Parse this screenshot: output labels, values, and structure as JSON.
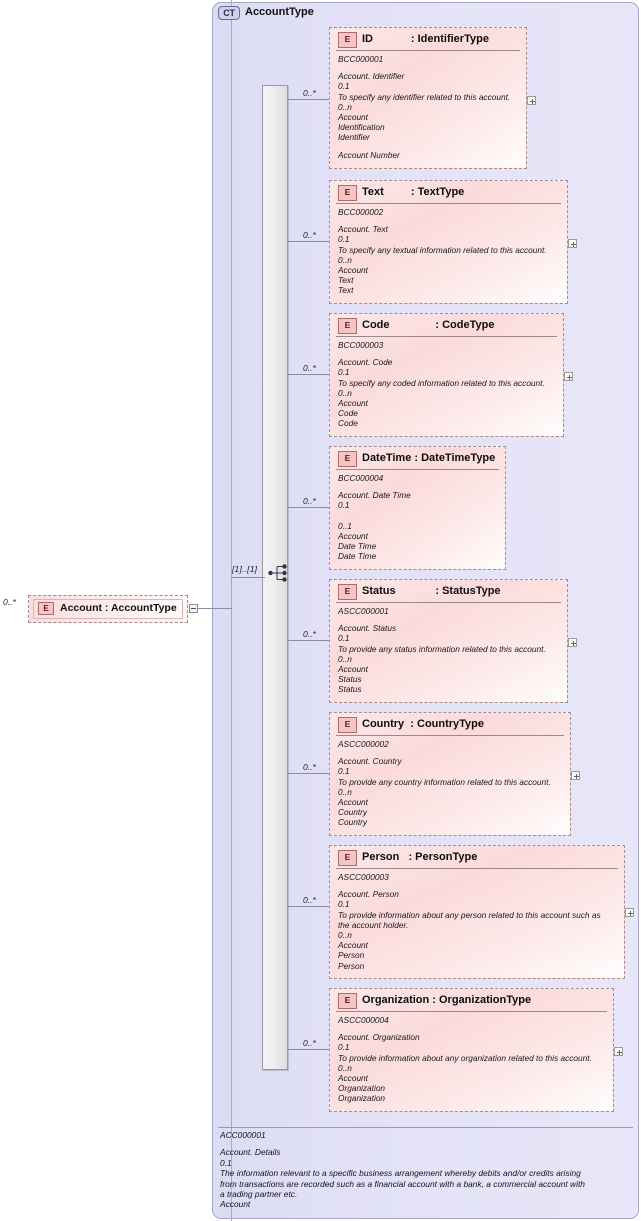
{
  "diagram": {
    "type": "xsd-schema-diagram",
    "complex_type": {
      "badge": "CT",
      "name": "AccountType",
      "icon": "complex-type-icon"
    },
    "compositor": {
      "kind": "sequence",
      "icon": "sequence-compositor-icon",
      "cardinality": "[1]..[1]"
    },
    "root_element": {
      "badge": "E",
      "label": "Account : AccountType",
      "cardinality": "0..*",
      "ref_toggle": "collapse-ref-icon"
    },
    "children": [
      {
        "badge": "E",
        "name": "ID",
        "type": ": IdentifierType",
        "title": "ID\t\t: IdentifierType",
        "cardinality": "0..*",
        "code": "BCC000001",
        "lines": [
          "Account. Identifier",
          "0.1",
          "To specify any identifier related to this account.",
          "0..n",
          "Account",
          "Identification",
          "Identifier",
          "",
          "Account Number"
        ],
        "expander": "+"
      },
      {
        "badge": "E",
        "name": "Text",
        "type": ": TextType",
        "title": "Text\t\t: TextType",
        "cardinality": "0..*",
        "code": "BCC000002",
        "lines": [
          "Account. Text",
          "0.1",
          "To specify any textual information related to this account.",
          "0..n",
          "Account",
          "Text",
          "Text"
        ],
        "expander": "+"
      },
      {
        "badge": "E",
        "name": "Code",
        "type": ": CodeType",
        "title": "Code\t\t: CodeType",
        "cardinality": "0..*",
        "code": "BCC000003",
        "lines": [
          "Account. Code",
          "0.1",
          "To specify any coded information related to this account.",
          "0..n",
          "Account",
          "Code",
          "Code"
        ],
        "expander": "+"
      },
      {
        "badge": "E",
        "name": "DateTime",
        "type": ": DateTimeType",
        "title": "DateTime : DateTimeType",
        "cardinality": "0..*",
        "code": "BCC000004",
        "lines": [
          "Account. Date Time",
          "0.1",
          "",
          "0..1",
          "Account",
          "Date Time",
          "Date Time"
        ],
        "expander": ""
      },
      {
        "badge": "E",
        "name": "Status",
        "type": ": StatusType",
        "title": "Status\t\t: StatusType",
        "cardinality": "0..*",
        "code": "ASCC000001",
        "lines": [
          "Account. Status",
          "0.1",
          "To provide any status information related to this account.",
          "0..n",
          "Account",
          "Status",
          "Status"
        ],
        "expander": "+"
      },
      {
        "badge": "E",
        "name": "Country",
        "type": ": CountryType",
        "title": "Country  : CountryType",
        "cardinality": "0..*",
        "code": "ASCC000002",
        "lines": [
          "Account. Country",
          "0.1",
          "To provide any country information related to this account.",
          "0..n",
          "Account",
          "Country",
          "Country"
        ],
        "expander": "+"
      },
      {
        "badge": "E",
        "name": "Person",
        "type": ": PersonType",
        "title": "Person   : PersonType",
        "cardinality": "0..*",
        "code": "ASCC000003",
        "lines": [
          "Account. Person",
          "0.1",
          "To provide information about any person related to this account such as\nthe account holder.",
          "0..n",
          "Account",
          "Person",
          "Person"
        ],
        "expander": "+"
      },
      {
        "badge": "E",
        "name": "Organization",
        "type": ": OrganizationType",
        "title": "Organization : OrganizationType",
        "cardinality": "0..*",
        "code": "ASCC000004",
        "lines": [
          "Account. Organization",
          "0.1",
          "To provide information about any organization related to this account.",
          "0..n",
          "Account",
          "Organization",
          "Organization"
        ],
        "expander": "+"
      }
    ],
    "footer": {
      "code": "ACC000001",
      "lines": [
        "Account. Details",
        "0.1",
        "The information relevant to a specific business arrangement whereby debits and/or credits arising\nfrom transactions are recorded such as a financial account with a bank, a commercial account with\na trading partner etc.",
        "Account"
      ]
    }
  }
}
